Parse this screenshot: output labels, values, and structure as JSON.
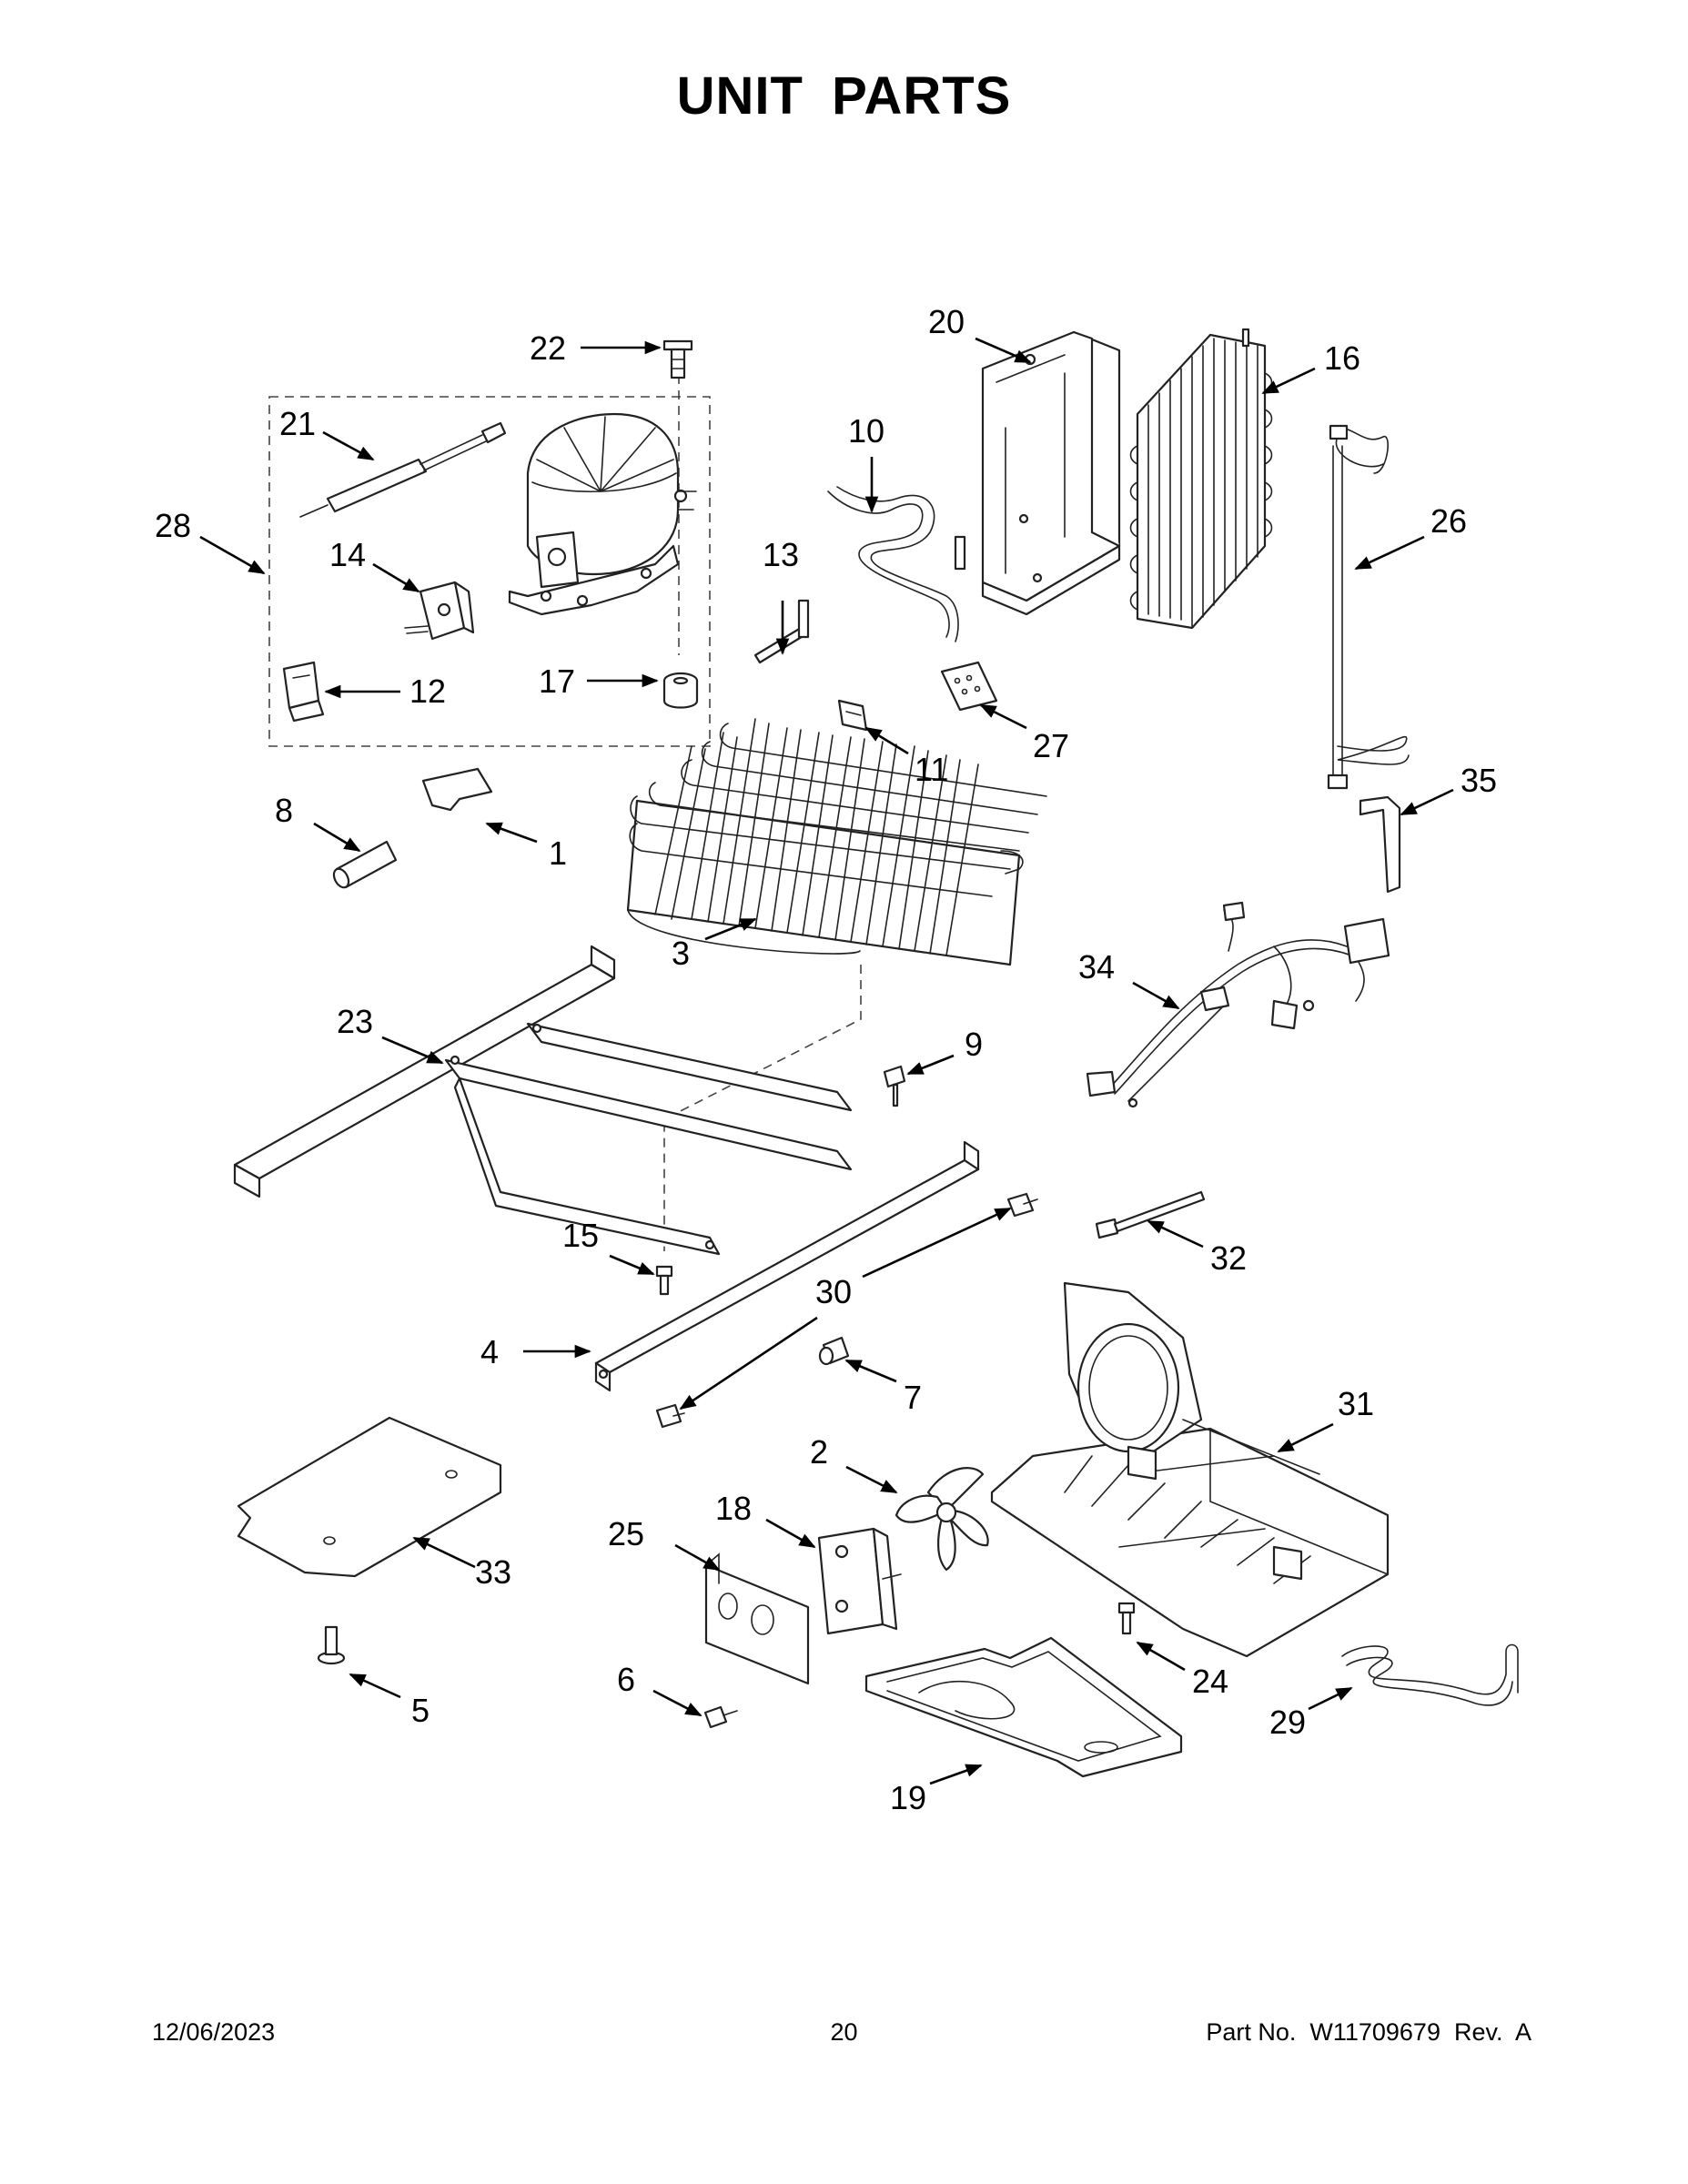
{
  "title": "UNIT PARTS",
  "callouts": [
    "1",
    "2",
    "3",
    "4",
    "5",
    "6",
    "7",
    "8",
    "9",
    "10",
    "11",
    "12",
    "13",
    "14",
    "15",
    "16",
    "17",
    "18",
    "19",
    "20",
    "21",
    "22",
    "23",
    "24",
    "25",
    "26",
    "27",
    "28",
    "29",
    "30",
    "31",
    "32",
    "33",
    "34",
    "35"
  ],
  "footer": {
    "date": "12/06/2023",
    "page": "20",
    "part_no": "Part No.  W11709679  Rev.  A"
  }
}
